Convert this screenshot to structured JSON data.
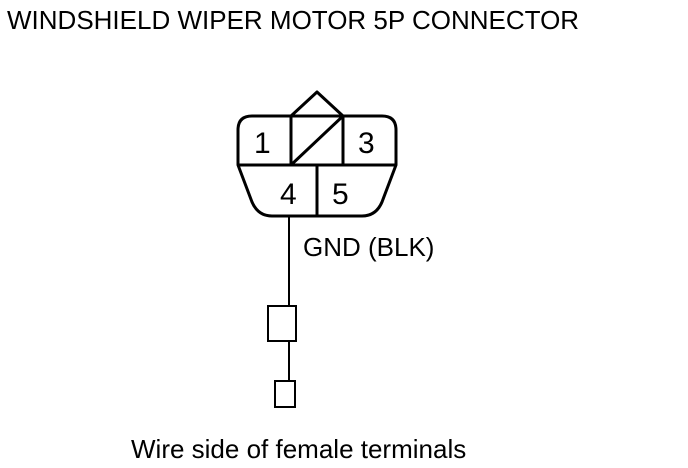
{
  "title": "WINDSHIELD WIPER MOTOR 5P CONNECTOR",
  "connector": {
    "pins": [
      {
        "number": "1"
      },
      {
        "number": "3"
      },
      {
        "number": "4"
      },
      {
        "number": "5"
      }
    ],
    "ground_label": "GND (BLK)"
  },
  "caption": "Wire side of female terminals"
}
